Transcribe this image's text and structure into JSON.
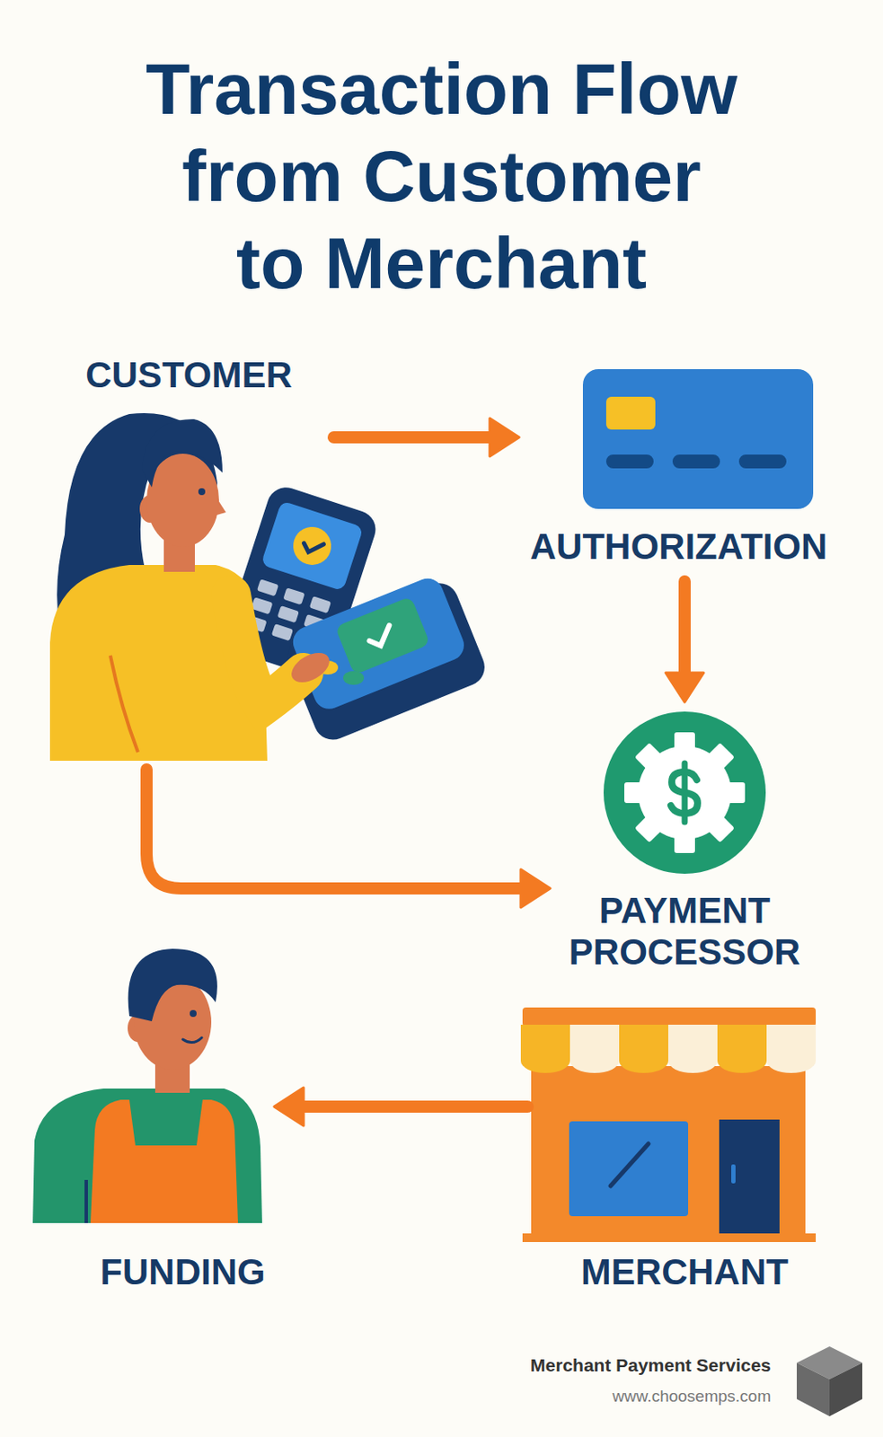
{
  "diagram": {
    "title": "Transaction Flow from Customer to Merchant",
    "nodes": [
      {
        "text": [
          "CUSTOMER"
        ]
      },
      {
        "text": [
          "AUTHORIZATION"
        ]
      },
      {
        "text": [
          "PAYMENT PROCESSOR"
        ]
      },
      {
        "text": [
          "FUNDING"
        ]
      },
      {
        "text": [
          "MERCHANT"
        ]
      }
    ],
    "edges": [
      {
        "from": 0,
        "to": 1,
        "arrow": "to"
      },
      {
        "from": 1,
        "to": 2,
        "arrow": "to"
      },
      {
        "from": 0,
        "to": 2,
        "arrow": "to"
      },
      {
        "from": 4,
        "to": 3,
        "arrow": "to"
      }
    ],
    "labels": [
      "Merchant Payment Services",
      "www.choosemps.com"
    ]
  }
}
